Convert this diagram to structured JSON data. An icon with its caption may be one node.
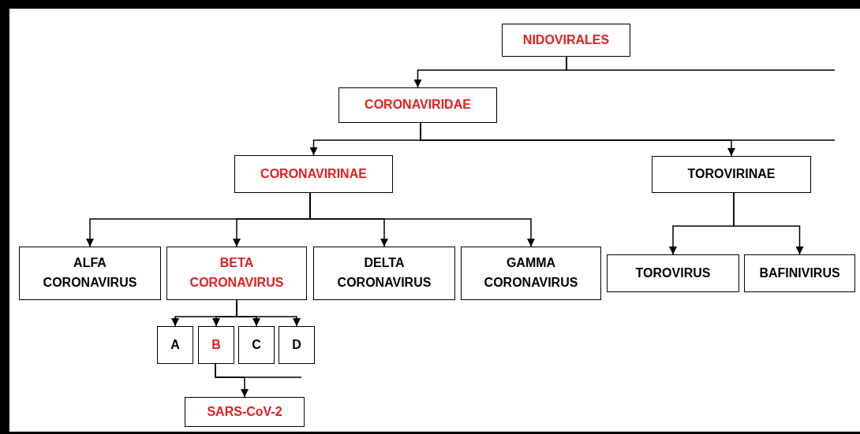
{
  "diagram": {
    "nodes": [
      {
        "text": [
          "NIDOVIRALES"
        ]
      },
      {
        "text": [
          "CORONAVIRIDAE"
        ]
      },
      {
        "text": [
          "CORONAVIRINAE"
        ]
      },
      {
        "text": [
          "TOROVIRINAE"
        ]
      },
      {
        "text": [
          "ALFA CORONAVIRUS"
        ]
      },
      {
        "text": [
          "BETA CORONAVIRUS"
        ]
      },
      {
        "text": [
          "DELTA CORONAVIRUS"
        ]
      },
      {
        "text": [
          "GAMMA CORONAVIRUS"
        ]
      },
      {
        "text": [
          "TOROVIRUS"
        ]
      },
      {
        "text": [
          "BAFINIVIRUS"
        ]
      },
      {
        "text": [
          "A"
        ]
      },
      {
        "text": [
          "B"
        ]
      },
      {
        "text": [
          "C"
        ]
      },
      {
        "text": [
          "D"
        ]
      },
      {
        "text": [
          "SARS-CoV-2"
        ]
      }
    ],
    "edges": [
      {
        "from": 0,
        "to": 1,
        "arrow": "to"
      },
      {
        "from": 0,
        "to": null,
        "arrow": "none"
      },
      {
        "from": 1,
        "to": 2,
        "arrow": "to"
      },
      {
        "from": 1,
        "to": 3,
        "arrow": "to"
      },
      {
        "from": 1,
        "to": null,
        "arrow": "none"
      },
      {
        "from": 2,
        "to": 4,
        "arrow": "to"
      },
      {
        "from": 2,
        "to": 5,
        "arrow": "to"
      },
      {
        "from": 2,
        "to": 6,
        "arrow": "to"
      },
      {
        "from": 2,
        "to": 7,
        "arrow": "to"
      },
      {
        "from": 3,
        "to": 8,
        "arrow": "to"
      },
      {
        "from": 3,
        "to": 9,
        "arrow": "to"
      },
      {
        "from": 5,
        "to": 10,
        "arrow": "to"
      },
      {
        "from": 5,
        "to": 11,
        "arrow": "to"
      },
      {
        "from": 5,
        "to": 12,
        "arrow": "to"
      },
      {
        "from": 5,
        "to": 13,
        "arrow": "to"
      },
      {
        "from": 11,
        "to": 14,
        "arrow": "to"
      },
      {
        "from": 11,
        "to": null,
        "arrow": "none"
      }
    ]
  }
}
